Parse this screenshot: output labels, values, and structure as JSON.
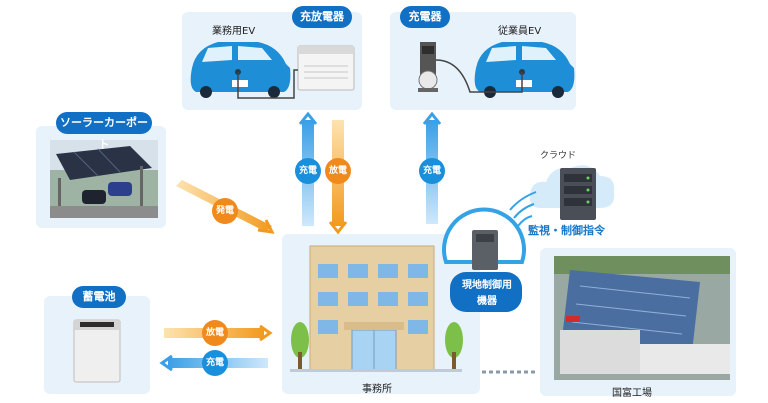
{
  "panels": {
    "business_ev": {
      "label": "業務用EV"
    },
    "charger_discharger": {
      "label": "充放電器"
    },
    "charger": {
      "label": "充電器"
    },
    "employee_ev": {
      "label": "従業員EV"
    },
    "solar": {
      "label": "ソーラーカーポート"
    },
    "battery": {
      "label": "蓄電池"
    },
    "office": {
      "label": "事務所"
    },
    "factory": {
      "label": "国富工場"
    },
    "controller": {
      "label_line1": "現地制御用",
      "label_line2": "機器"
    },
    "cloud": {
      "label": "クラウド"
    },
    "monitor": {
      "label": "監視・制御指令"
    }
  },
  "flows": {
    "charge": "充電",
    "discharge": "放電",
    "generate": "発電"
  },
  "colors": {
    "accent_blue": "#1270c4",
    "charge_blue": "#1a8fdc",
    "discharge_orange": "#f08a1c",
    "panel_bg": "#e8f2fb"
  }
}
